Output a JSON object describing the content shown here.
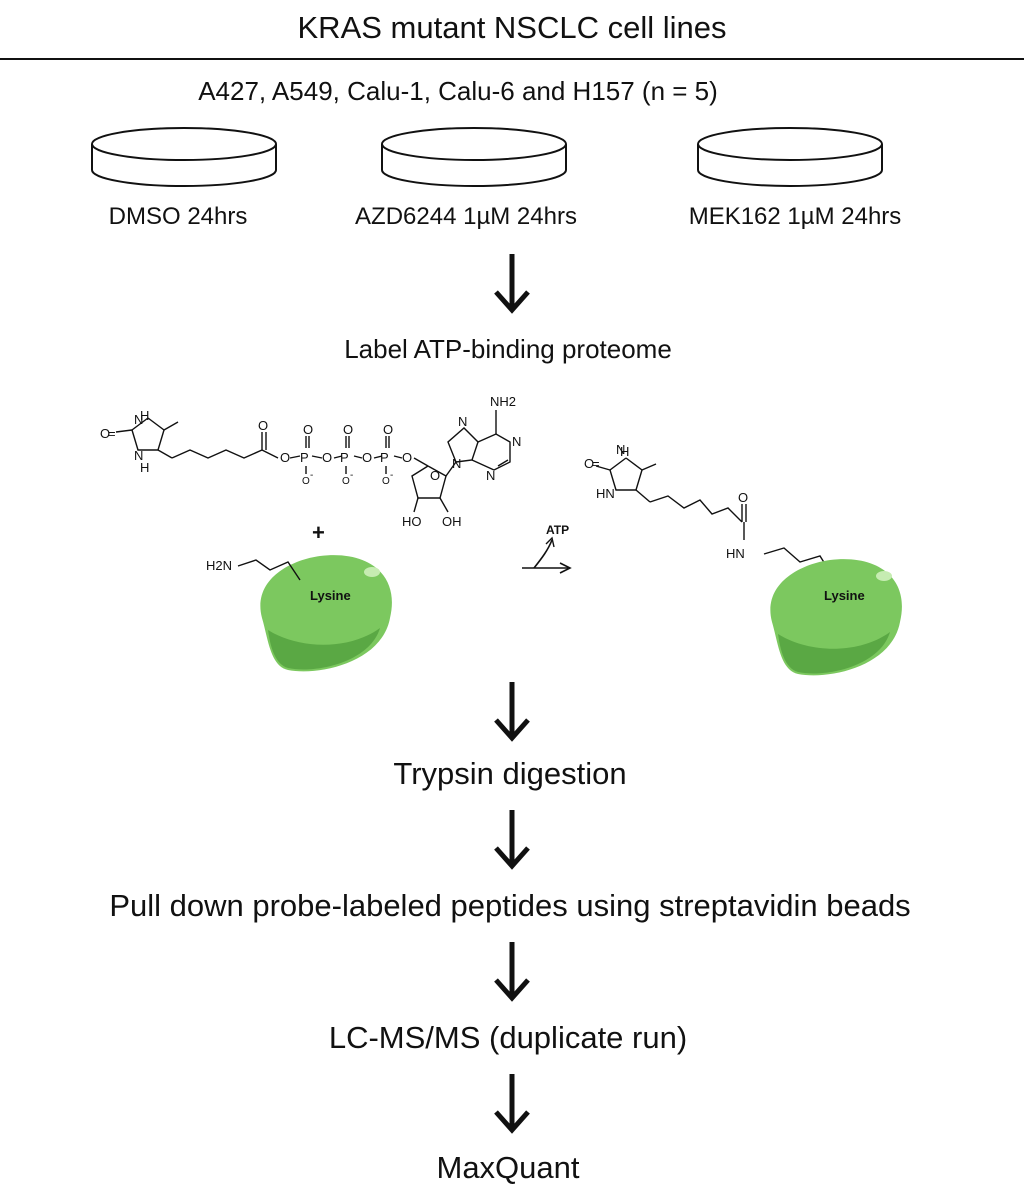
{
  "header": {
    "title": "KRAS mutant NSCLC cell lines"
  },
  "cell_lines": "A427, A549, Calu-1, Calu-6 and H157 (n = 5)",
  "dishes": [
    {
      "label": "DMSO 24hrs"
    },
    {
      "label": "AZD6244 1µM 24hrs"
    },
    {
      "label": "MEK162 1µM 24hrs"
    }
  ],
  "steps": {
    "label_step": "Label ATP-binding proteome",
    "trypsin": "Trypsin digestion",
    "pulldown": "Pull down probe-labeled peptides using streptavidin beads",
    "lcms": "LC-MS/MS (duplicate run)",
    "maxquant": "MaxQuant"
  },
  "reaction": {
    "plus": "+",
    "arrow_label": "ATP",
    "protein_label": "Lysine",
    "amine_label": "H2N",
    "amide_label": "HN",
    "nh2": "NH2",
    "oh": "OH",
    "ho": "HO",
    "o": "O",
    "p": "P",
    "n": "N",
    "h": "H",
    "hn": "HN",
    "minus": "-"
  },
  "colors": {
    "protein_fill": "#7cc85f",
    "protein_dark": "#5aa844",
    "text": "#111111"
  },
  "icons": [
    "petri-dish-icon",
    "down-arrow-icon",
    "protein-blob-icon",
    "reaction-arrow-icon"
  ]
}
